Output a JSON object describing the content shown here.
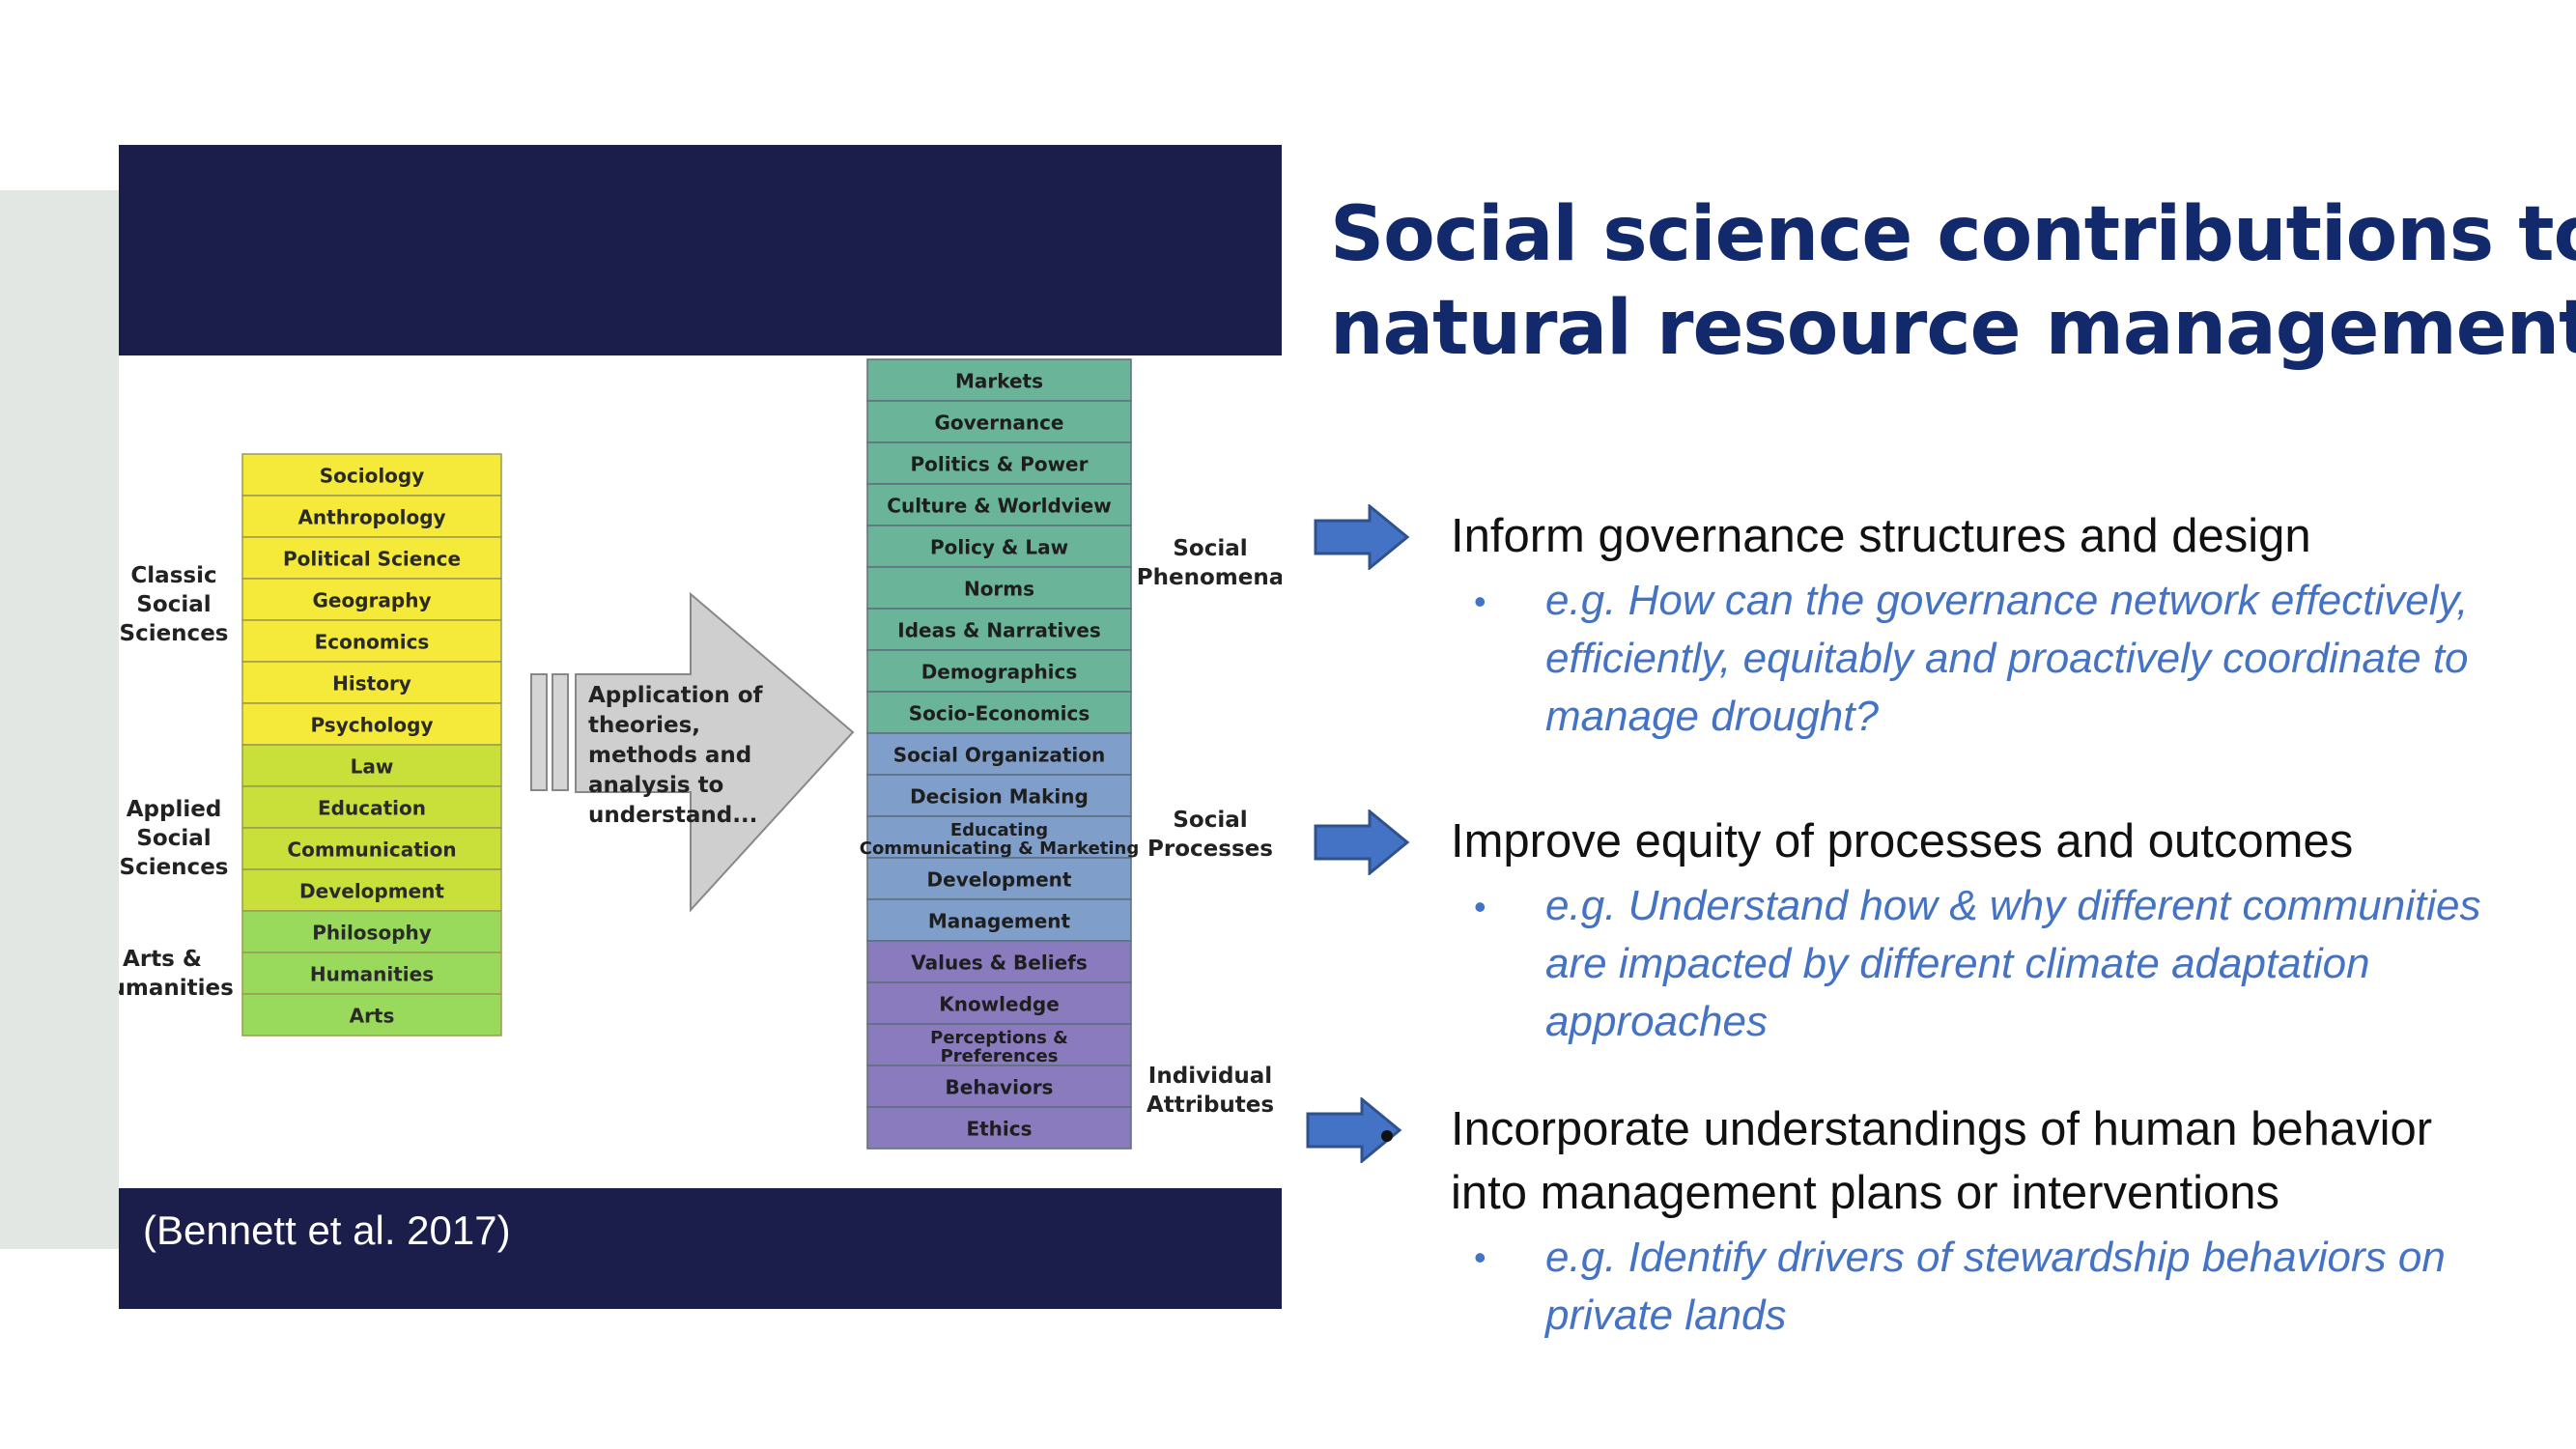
{
  "title": {
    "line1": "Social science contributions to",
    "line2": "natural resource management"
  },
  "figure": {
    "caption": "(Bennett et al. 2017)",
    "left_groups": [
      "Classic Social Sciences",
      "Applied Social Sciences",
      "Arts & Humanities"
    ],
    "disciplines": [
      {
        "label": "Sociology",
        "group": 0
      },
      {
        "label": "Anthropology",
        "group": 0
      },
      {
        "label": "Political Science",
        "group": 0
      },
      {
        "label": "Geography",
        "group": 0
      },
      {
        "label": "Economics",
        "group": 0
      },
      {
        "label": "History",
        "group": 0
      },
      {
        "label": "Psychology",
        "group": 0
      },
      {
        "label": "Law",
        "group": 1
      },
      {
        "label": "Education",
        "group": 1
      },
      {
        "label": "Communication",
        "group": 1
      },
      {
        "label": "Development",
        "group": 1
      },
      {
        "label": "Philosophy",
        "group": 2
      },
      {
        "label": "Humanities",
        "group": 2
      },
      {
        "label": "Arts",
        "group": 2
      }
    ],
    "arrow_text": "Application of theories, methods and analysis to understand...",
    "right_groups": [
      "Social Phenomena",
      "Social Processes",
      "Individual Attributes"
    ],
    "topics": [
      {
        "label": "Markets",
        "group": 0
      },
      {
        "label": "Governance",
        "group": 0
      },
      {
        "label": "Politics & Power",
        "group": 0
      },
      {
        "label": "Culture & Worldview",
        "group": 0
      },
      {
        "label": "Policy & Law",
        "group": 0
      },
      {
        "label": "Norms",
        "group": 0
      },
      {
        "label": "Ideas & Narratives",
        "group": 0
      },
      {
        "label": "Demographics",
        "group": 0
      },
      {
        "label": "Socio-Economics",
        "group": 0
      },
      {
        "label": "Social Organization",
        "group": 1
      },
      {
        "label": "Decision Making",
        "group": 1
      },
      {
        "label": "Educating Communicating & Marketing",
        "group": 1
      },
      {
        "label": "Development",
        "group": 1
      },
      {
        "label": "Management",
        "group": 1
      },
      {
        "label": "Values & Beliefs",
        "group": 2
      },
      {
        "label": "Knowledge",
        "group": 2
      },
      {
        "label": "Perceptions & Preferences",
        "group": 2
      },
      {
        "label": "Behaviors",
        "group": 2
      },
      {
        "label": "Ethics",
        "group": 2
      }
    ],
    "colors": {
      "classic": "#f5e93a",
      "applied": "#c9e03a",
      "arts": "#99d95c",
      "phenomena": "#6ab49a",
      "processes": "#7f9ec9",
      "attributes": "#8a7bbe",
      "band": "#1b1e4b"
    }
  },
  "points": [
    {
      "heading": "Inform governance structures and design",
      "bullet": "•",
      "example_lines": [
        "e.g. How can the governance network effectively,",
        "efficiently, equitably and proactively coordinate to",
        "manage drought?"
      ]
    },
    {
      "heading": "Improve equity of processes and outcomes",
      "bullet": "•",
      "example_lines": [
        "e.g. Understand how & why different communities",
        "are impacted by different climate adaptation",
        "approaches"
      ]
    },
    {
      "heading_lines": [
        "Incorporate understandings of human behavior",
        "into management plans or interventions"
      ],
      "bullet": "•",
      "example_lines": [
        "e.g. Identify drivers of stewardship behaviors on",
        "private lands"
      ]
    }
  ],
  "accent_color": "#4472c4"
}
